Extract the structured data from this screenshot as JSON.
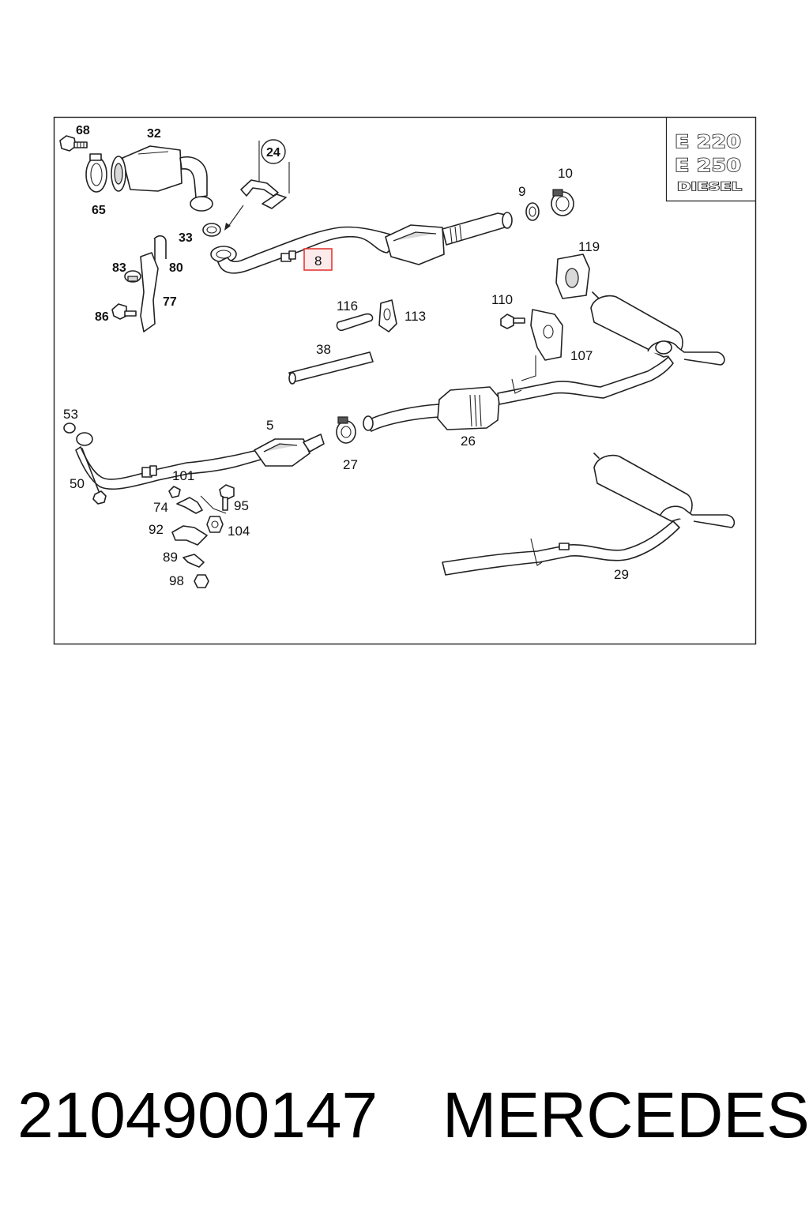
{
  "model_badge": {
    "lines": [
      "E 220",
      "E 250",
      "DIESEL"
    ]
  },
  "part_labels": {
    "p68": "68",
    "p32": "32",
    "p65": "65",
    "p24": "24",
    "p9": "9",
    "p10": "10",
    "p33": "33",
    "p8": "8",
    "p83": "83",
    "p80": "80",
    "p77": "77",
    "p86": "86",
    "p119": "119",
    "p116": "116",
    "p113": "113",
    "p110": "110",
    "p38": "38",
    "p107": "107",
    "p53": "53",
    "p5": "5",
    "p26": "26",
    "p27": "27",
    "p50": "50",
    "p101": "101",
    "p74": "74",
    "p95": "95",
    "p92": "92",
    "p104": "104",
    "p89": "89",
    "p98": "98",
    "p29": "29"
  },
  "highlighted_part": "8",
  "highlight_color": "#e53935",
  "caption": {
    "part_number": "2104900147",
    "brand": "MERCEDES"
  }
}
